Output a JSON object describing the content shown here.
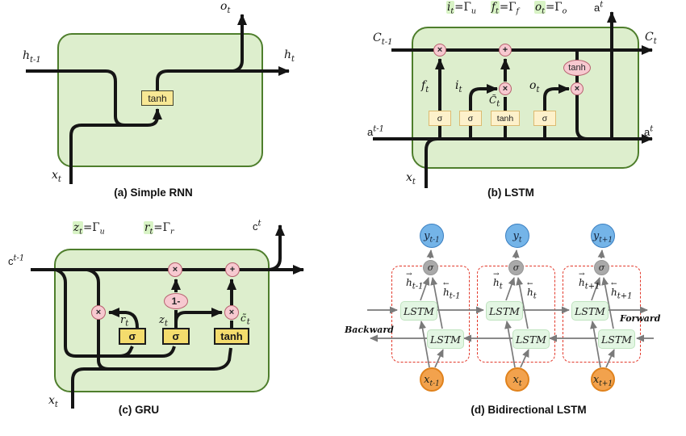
{
  "colors": {
    "cell_fill": "#ddeecd",
    "cell_border": "#4e7e2c",
    "gate_yellow": "#f4dc6d",
    "gate_cream": "#fdf1cb",
    "op_pink": "#f7c9d0",
    "highlight_green": "#d8f3c5",
    "dashed_red": "#e2382a",
    "node_blue": "#74b4e8",
    "node_orange": "#f2a24d",
    "node_gray": "#a9a9a9",
    "wire_black": "#151515",
    "wire_gray": "#7a7a7a"
  },
  "panel_a": {
    "caption": "(a) Simple RNN",
    "gate_tanh": "tanh",
    "labels": {
      "h_prev": {
        "base": "h",
        "sub": "t-1"
      },
      "x_in": {
        "base": "x",
        "sub": "t"
      },
      "o_out": {
        "base": "o",
        "sub": "t"
      },
      "h_out": {
        "base": "h",
        "sub": "t"
      }
    }
  },
  "panel_b": {
    "caption": "(b) LSTM",
    "equations": [
      {
        "lhs_base": "i",
        "lhs_sub": "t",
        "eq": "=",
        "rhs_base": "Γ",
        "rhs_sub": "u"
      },
      {
        "lhs_base": "f",
        "lhs_sub": "t",
        "eq": "=",
        "rhs_base": "Γ",
        "rhs_sub": "f"
      },
      {
        "lhs_base": "o",
        "lhs_sub": "t",
        "eq": "=",
        "rhs_base": "Γ",
        "rhs_sub": "o"
      }
    ],
    "labels": {
      "c_prev": {
        "base": "C",
        "sub": "t-1"
      },
      "c_out": {
        "base": "C",
        "sub": "t"
      },
      "a_prev": {
        "base": "a",
        "sup": "t-1"
      },
      "a_out_top": {
        "base": "a",
        "sup": "t"
      },
      "a_out_right": {
        "base": "a",
        "sup": "t"
      },
      "x_in": {
        "base": "x",
        "sub": "t"
      },
      "f_gate": {
        "base": "f",
        "sub": "t"
      },
      "i_gate": {
        "base": "i",
        "sub": "t"
      },
      "o_gate": {
        "base": "o",
        "sub": "t"
      },
      "c_tilde": {
        "base": "C̃",
        "sub": "t"
      }
    },
    "ops": {
      "mul1": "×",
      "add": "+",
      "mul2": "×",
      "mul3": "×",
      "tanh_ellipse": "tanh"
    },
    "gates": {
      "sigma1": "σ",
      "sigma2": "σ",
      "tanh": "tanh",
      "sigma3": "σ"
    }
  },
  "panel_c": {
    "caption": "(c) GRU",
    "equations": [
      {
        "lhs_base": "z",
        "lhs_sub": "t",
        "eq": "=",
        "rhs_base": "Γ",
        "rhs_sub": "u"
      },
      {
        "lhs_base": "r",
        "lhs_sub": "t",
        "eq": "=",
        "rhs_base": "Γ",
        "rhs_sub": "r"
      }
    ],
    "labels": {
      "c_prev": {
        "base": "c",
        "sup": "t-1"
      },
      "c_out": {
        "base": "c",
        "sup": "t"
      },
      "x_in": {
        "base": "x",
        "sub": "t"
      },
      "r_gate": {
        "base": "r",
        "sub": "t"
      },
      "z_gate": {
        "base": "z",
        "sub": "t"
      },
      "c_tilde": {
        "base": "c̃",
        "sub": "t"
      }
    },
    "ops": {
      "mul_left": "×",
      "mul_mid": "×",
      "add": "+",
      "one_minus": "1-",
      "mul_right": "×"
    },
    "gates": {
      "sigma_r": "σ",
      "sigma_z": "σ",
      "tanh": "tanh"
    }
  },
  "panel_d": {
    "caption": "(d) Bidirectional LSTM",
    "forward_label": "Forward",
    "backward_label": "Backward",
    "columns": [
      {
        "y": {
          "base": "y",
          "sub": "t-1"
        },
        "x": {
          "base": "x",
          "sub": "t-1"
        },
        "sigma": "σ",
        "lstm_fw": "LSTM",
        "lstm_bw": "LSTM",
        "h_fw": {
          "arrow": "→",
          "base": "h",
          "sub": "t-1"
        },
        "h_bw": {
          "arrow": "←",
          "base": "h",
          "sub": "t-1"
        }
      },
      {
        "y": {
          "base": "y",
          "sub": "t"
        },
        "x": {
          "base": "x",
          "sub": "t"
        },
        "sigma": "σ",
        "lstm_fw": "LSTM",
        "lstm_bw": "LSTM",
        "h_fw": {
          "arrow": "→",
          "base": "h",
          "sub": "t"
        },
        "h_bw": {
          "arrow": "←",
          "base": "h",
          "sub": "t"
        }
      },
      {
        "y": {
          "base": "y",
          "sub": "t+1"
        },
        "x": {
          "base": "x",
          "sub": "t+1"
        },
        "sigma": "σ",
        "lstm_fw": "LSTM",
        "lstm_bw": "LSTM",
        "h_fw": {
          "arrow": "→",
          "base": "h",
          "sub": "t+1"
        },
        "h_bw": {
          "arrow": "←",
          "base": "h",
          "sub": "t+1"
        }
      }
    ]
  }
}
